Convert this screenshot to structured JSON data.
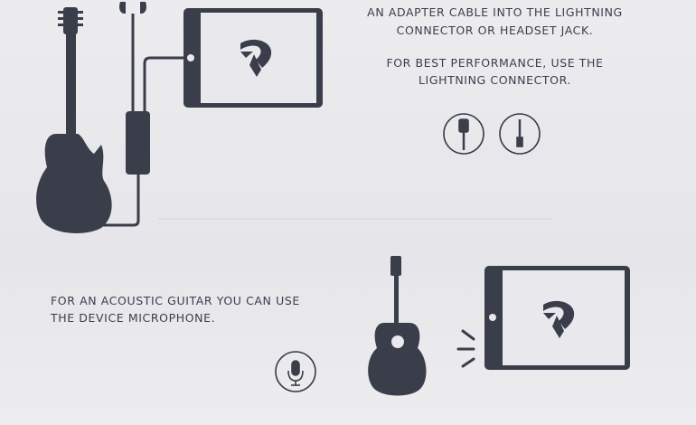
{
  "colors": {
    "ink": "#3a3e4b",
    "background": "#e9e9ed"
  },
  "top_section": {
    "line1": "AN ADAPTER CABLE INTO THE LIGHTNING",
    "line2": "CONNECTOR OR HEADSET JACK.",
    "line3": "FOR BEST PERFORMANCE, USE THE",
    "line4": "LIGHTNING CONNECTOR.",
    "icons": [
      "lightning-connector-icon",
      "headset-jack-icon"
    ]
  },
  "bottom_section": {
    "line1": "FOR AN ACOUSTIC GUITAR YOU CAN USE",
    "line2": "THE DEVICE MICROPHONE.",
    "icons": [
      "microphone-icon"
    ]
  }
}
